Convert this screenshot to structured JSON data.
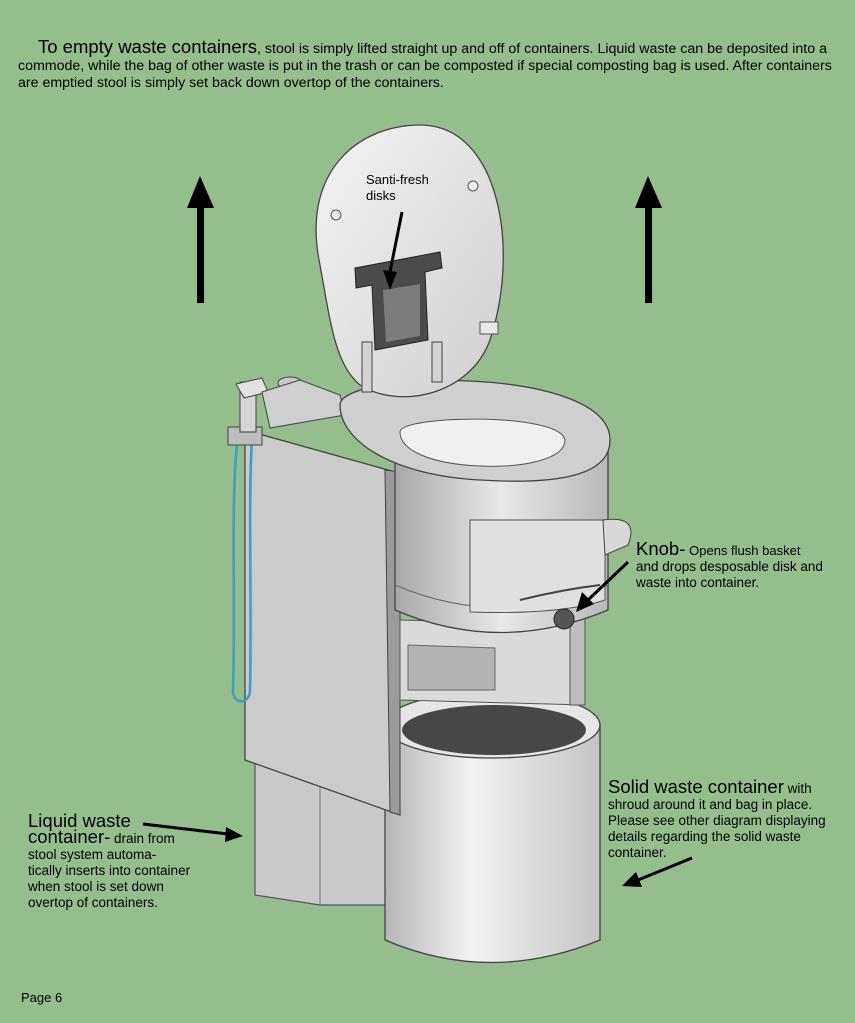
{
  "intro": {
    "lead": "To empty waste containers",
    "body": ", stool is simply lifted straight up and off of containers.  Liquid waste can be deposited into a commode, while the bag of other waste is put in the trash or can be composted if special composting bag is used. After containers are emptied stool is simply set back down overtop of the containers."
  },
  "callouts": {
    "santi": {
      "line1": "Santi-fresh",
      "line2": "disks"
    },
    "knob": {
      "title": "Knob-",
      "text1": "Opens flush basket",
      "text2": "and drops desposable disk and",
      "text3": "waste into container."
    },
    "solid": {
      "title": "Solid waste container",
      "title_tail": " with",
      "line1": "shroud around it and bag in place.",
      "line2": "Please see other diagram displaying",
      "line3": "details regarding the solid waste",
      "line4": "container."
    },
    "liquid": {
      "title1": "Liquid waste",
      "title2": "container-",
      "text0": "drain from",
      "text1": "stool system automa-",
      "text2": "tically inserts into container",
      "text3": "when stool is set down",
      "text4": "overtop of containers."
    }
  },
  "footer": {
    "page": "Page 6"
  },
  "colors": {
    "background": "#96bd8e",
    "arrow": "#000000",
    "hose": "#3aa0c8",
    "body": "#d9d9d9"
  }
}
